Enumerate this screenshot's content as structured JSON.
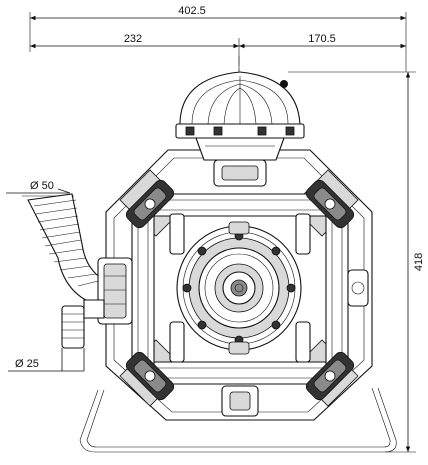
{
  "drawing": {
    "dimensions": {
      "overall_width": "402.5",
      "left_width": "232",
      "right_width": "170.5",
      "height": "418",
      "inlet_diameter": "Ø 50",
      "outlet_diameter": "Ø 25"
    }
  }
}
